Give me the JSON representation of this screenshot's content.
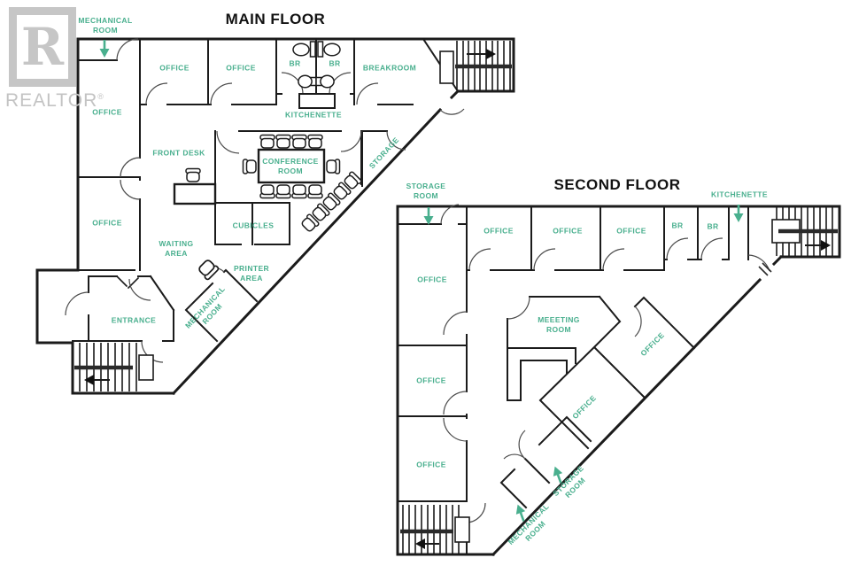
{
  "colors": {
    "label_green": "#49af8e",
    "wall_black": "#1b1b1b",
    "logo_gray": "#c6c6c6",
    "background": "#ffffff"
  },
  "logo": {
    "letter": "R",
    "wordmark": "REALTOR",
    "registered": "®"
  },
  "main_floor": {
    "title": "MAIN FLOOR",
    "labels": [
      {
        "text": "MECHANICAL\nROOM"
      },
      {
        "text": "OFFICE"
      },
      {
        "text": "OFFICE"
      },
      {
        "text": "BR"
      },
      {
        "text": "BR"
      },
      {
        "text": "BREAKROOM"
      },
      {
        "text": "OFFICE"
      },
      {
        "text": "KITCHENETTE"
      },
      {
        "text": "FRONT DESK"
      },
      {
        "text": "CONFERENCE\nROOM"
      },
      {
        "text": "STORAGE"
      },
      {
        "text": "OFFICE"
      },
      {
        "text": "CUBICLES"
      },
      {
        "text": "WAITING\nAREA"
      },
      {
        "text": "PRINTER\nAREA"
      },
      {
        "text": "ENTRANCE"
      },
      {
        "text": "MECHANICAL\nROOM"
      }
    ]
  },
  "second_floor": {
    "title": "SECOND FLOOR",
    "labels": [
      {
        "text": "STORAGE\nROOM"
      },
      {
        "text": "OFFICE"
      },
      {
        "text": "OFFICE"
      },
      {
        "text": "OFFICE"
      },
      {
        "text": "BR"
      },
      {
        "text": "BR"
      },
      {
        "text": "KITCHENETTE"
      },
      {
        "text": "OFFICE"
      },
      {
        "text": "MEEETING\nROOM"
      },
      {
        "text": "OFFICE"
      },
      {
        "text": "OFFICE"
      },
      {
        "text": "OFFICE"
      },
      {
        "text": "OFFICE"
      },
      {
        "text": "STORAGE\nROOM"
      },
      {
        "text": "MECHANICAL\nROOM"
      }
    ]
  },
  "icons": {
    "direction_arrows": [
      {
        "name": "main-mechanical-room-arrow",
        "direction": "down",
        "color": "#49af8e"
      },
      {
        "name": "main-upper-stairs-arrow",
        "direction": "right",
        "color": "#111111"
      },
      {
        "name": "main-lower-stairs-arrow",
        "direction": "left",
        "color": "#111111"
      },
      {
        "name": "second-storage-room-arrow",
        "direction": "down",
        "color": "#49af8e"
      },
      {
        "name": "second-kitchenette-arrow",
        "direction": "down",
        "color": "#49af8e"
      },
      {
        "name": "second-upper-stairs-arrow",
        "direction": "right",
        "color": "#111111"
      },
      {
        "name": "second-lower-stairs-arrow",
        "direction": "left",
        "color": "#111111"
      },
      {
        "name": "second-storage-room-diag-arrow",
        "direction": "up",
        "color": "#49af8e"
      },
      {
        "name": "second-mechanical-room-diag-arrow",
        "direction": "up",
        "color": "#49af8e"
      }
    ]
  }
}
